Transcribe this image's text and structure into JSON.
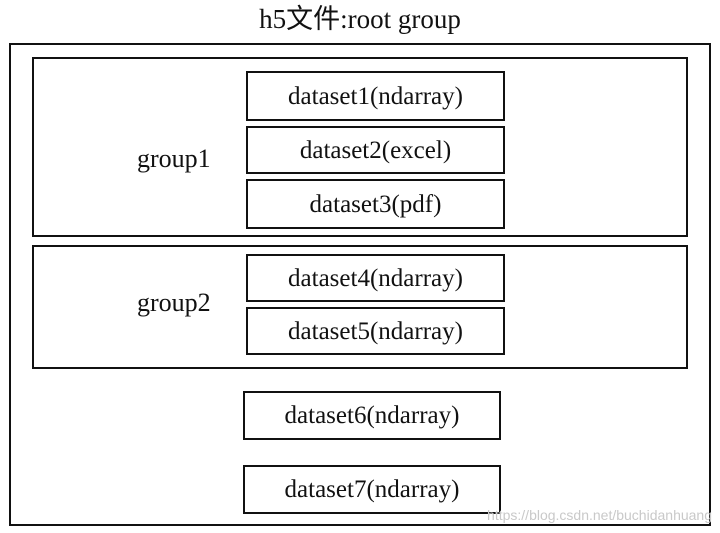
{
  "title": "h5文件:root group",
  "groups": [
    {
      "label": "group1"
    },
    {
      "label": "group2"
    }
  ],
  "datasets": [
    "dataset1(ndarray)",
    "dataset2(excel)",
    "dataset3(pdf)",
    "dataset4(ndarray)",
    "dataset5(ndarray)",
    "dataset6(ndarray)",
    "dataset7(ndarray)"
  ],
  "watermark": "https://blog.csdn.net/buchidanhuang"
}
